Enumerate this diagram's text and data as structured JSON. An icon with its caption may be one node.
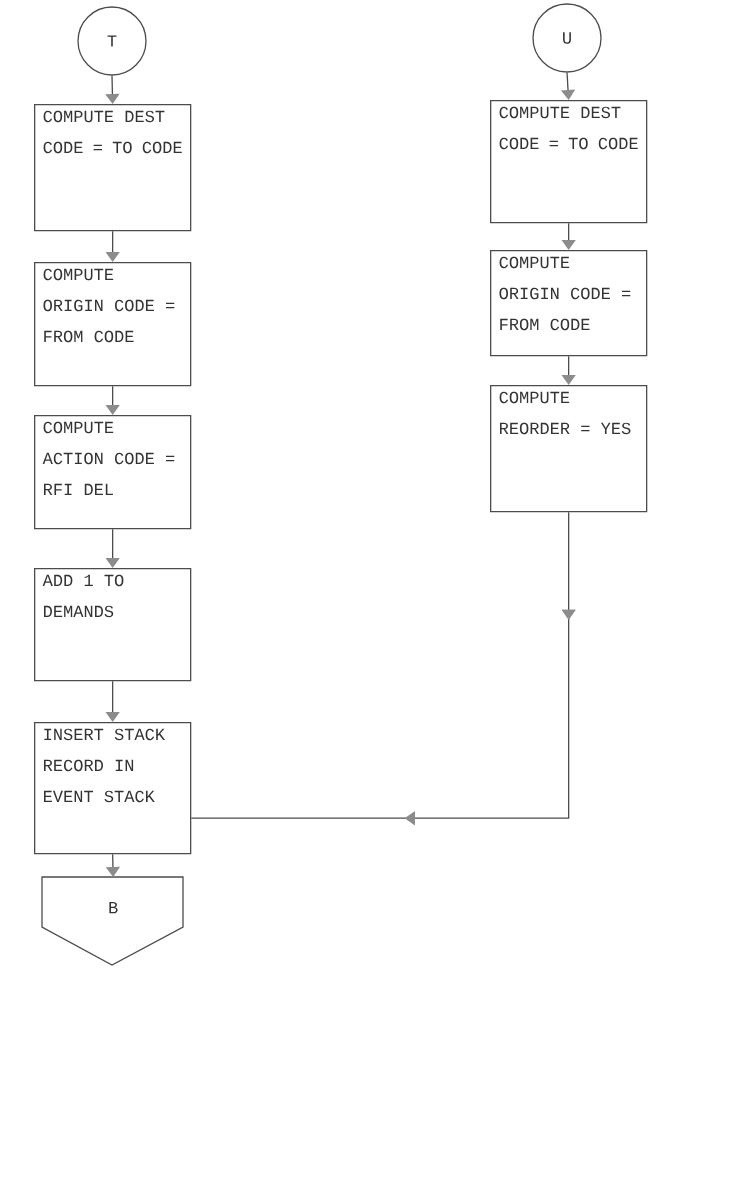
{
  "diagram": {
    "nodes": [
      {
        "text": [
          "T"
        ]
      },
      {
        "text": [
          "COMPUTE DEST CODE = TO CODE"
        ]
      },
      {
        "text": [
          "COMPUTE ORIGIN CODE = FROM CODE"
        ]
      },
      {
        "text": [
          "COMPUTE ACTION CODE = RFI DEL"
        ]
      },
      {
        "text": [
          "ADD 1 TO DEMANDS"
        ]
      },
      {
        "text": [
          "INSERT STACK RECORD IN EVENT STACK"
        ]
      },
      {
        "text": [
          "B"
        ]
      },
      {
        "text": [
          "U"
        ]
      },
      {
        "text": [
          "COMPUTE DEST CODE = TO CODE"
        ]
      },
      {
        "text": [
          "COMPUTE ORIGIN CODE = FROM CODE"
        ]
      },
      {
        "text": [
          "COMPUTE REORDER = YES"
        ]
      }
    ],
    "edges": [
      {
        "from": 0,
        "to": 1,
        "arrow": "to"
      },
      {
        "from": 1,
        "to": 2,
        "arrow": "to"
      },
      {
        "from": 2,
        "to": 3,
        "arrow": "to"
      },
      {
        "from": 3,
        "to": 4,
        "arrow": "to"
      },
      {
        "from": 4,
        "to": 5,
        "arrow": "to"
      },
      {
        "from": 5,
        "to": 6,
        "arrow": "to"
      },
      {
        "from": 7,
        "to": 8,
        "arrow": "to"
      },
      {
        "from": 8,
        "to": 9,
        "arrow": "to"
      },
      {
        "from": 9,
        "to": 10,
        "arrow": "to"
      },
      {
        "from": 10,
        "to": 5,
        "arrow": "to"
      }
    ]
  }
}
